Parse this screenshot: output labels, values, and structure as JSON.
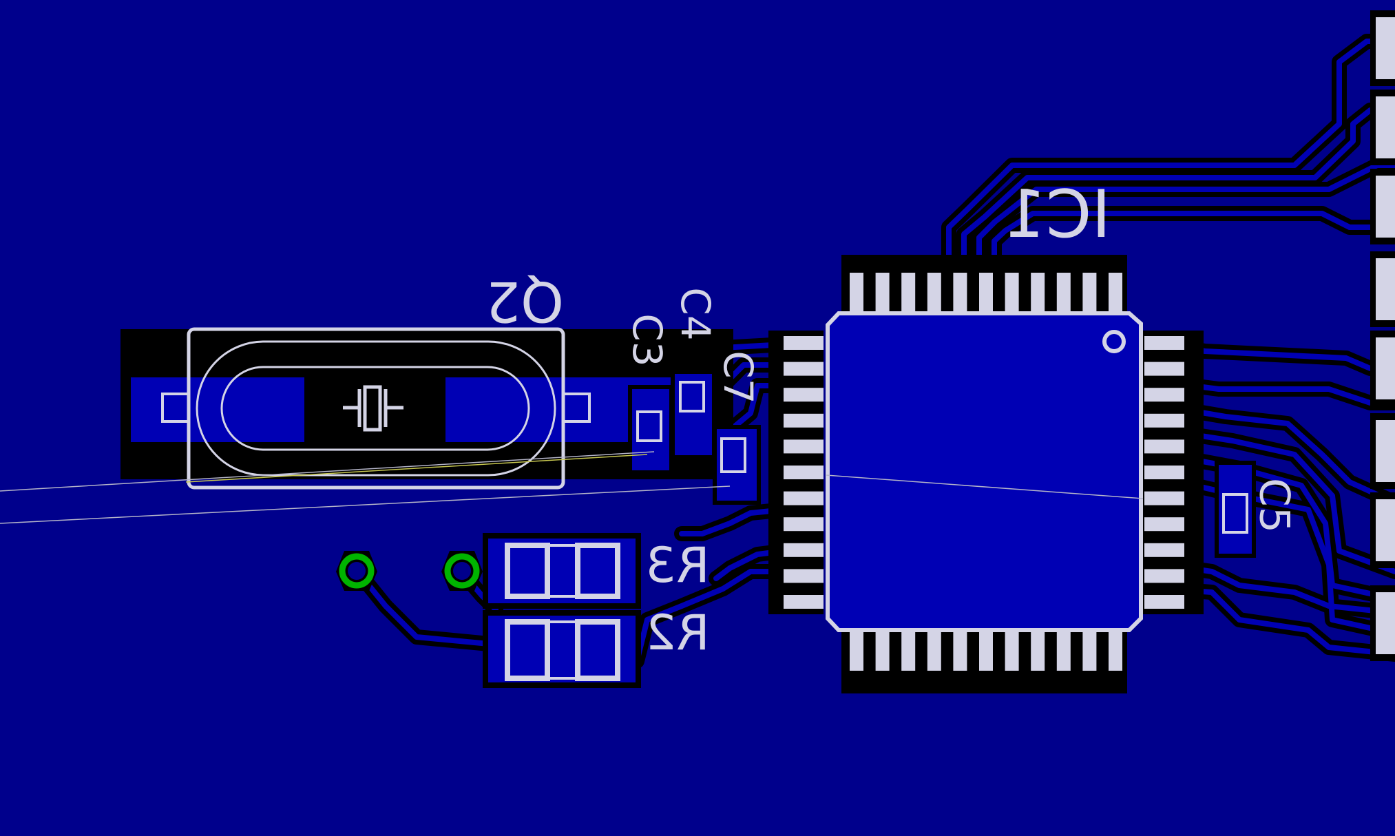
{
  "editor": {
    "view": "pcb-board-layout",
    "side": "bottom (mirrored)"
  },
  "colors": {
    "board_background": "#00008c",
    "copper_pour": "#0000b4",
    "trace_and_isolation": "#000000",
    "silkscreen": "#d4d4e6",
    "via_ring": "#00b400",
    "airwire": "#b4b4c8"
  },
  "components": {
    "ic1": {
      "designator": "IC1"
    },
    "q2": {
      "designator": "Q2"
    },
    "c3": {
      "designator": "C3"
    },
    "c4": {
      "designator": "C4"
    },
    "c7": {
      "designator": "C7"
    },
    "c5": {
      "designator": "C5"
    },
    "r3": {
      "designator": "R3"
    },
    "r2": {
      "designator": "R2"
    }
  }
}
